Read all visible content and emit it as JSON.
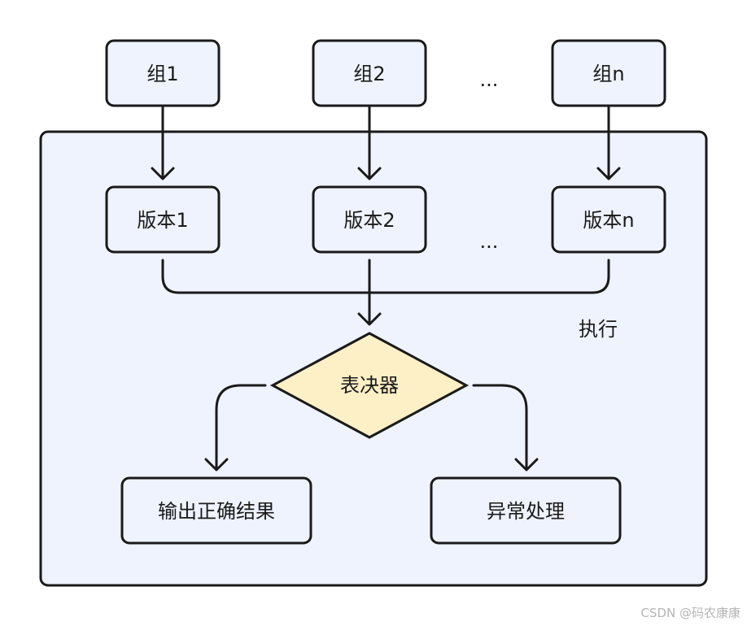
{
  "groups": {
    "g1": "组1",
    "g2": "组2",
    "gn": "组n",
    "ellipsis": "..."
  },
  "versions": {
    "v1": "版本1",
    "v2": "版本2",
    "vn": "版本n",
    "ellipsis": "..."
  },
  "container": {
    "label": "执行"
  },
  "decision": {
    "label": "表决器"
  },
  "outcomes": {
    "correct": "输出正确结果",
    "exception": "异常处理"
  },
  "watermark": "CSDN @码农康康"
}
